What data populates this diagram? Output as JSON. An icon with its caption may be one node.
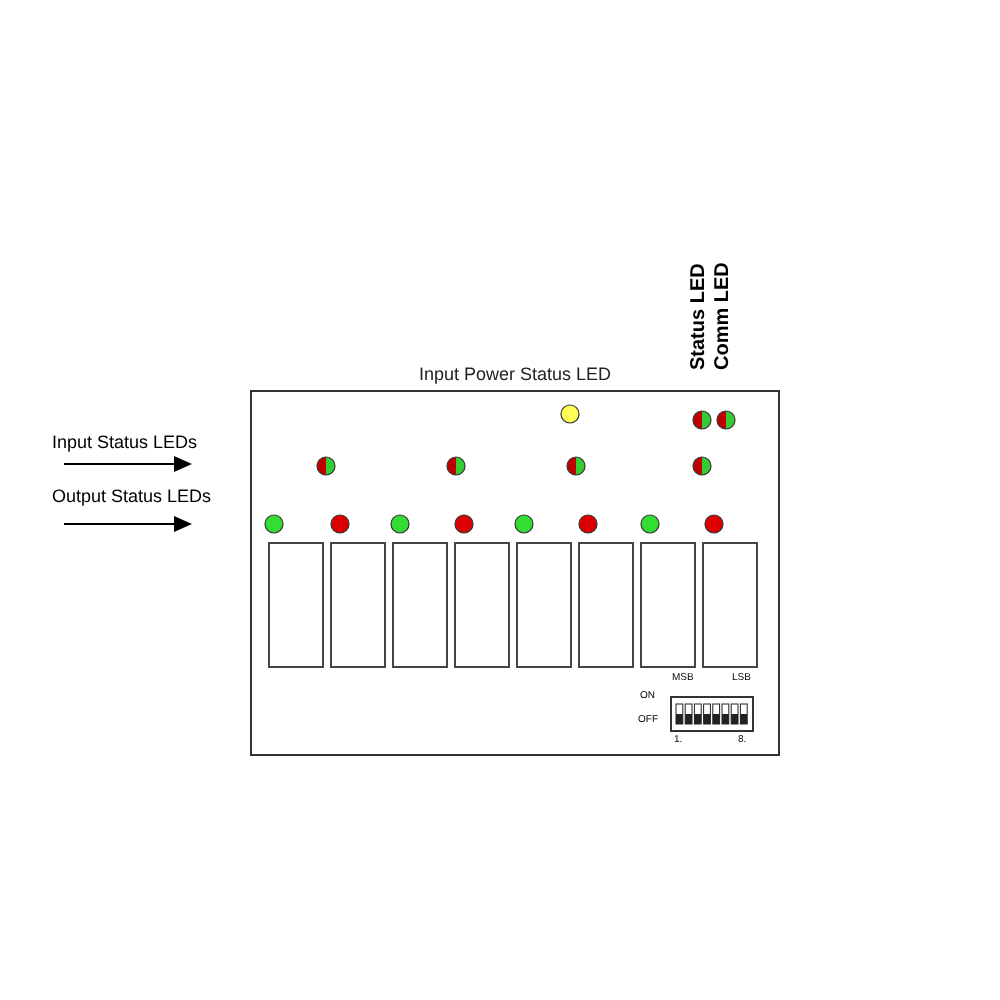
{
  "diagram": {
    "nodes": [
      {
        "text": [
          "Input Power Status LED"
        ]
      },
      {
        "text": [],
        "shape": "box",
        "in": 0
      },
      {
        "text": [],
        "shape": "box",
        "in": 0
      },
      {
        "text": [],
        "shape": "box",
        "in": 0
      },
      {
        "text": [],
        "shape": "box",
        "in": 0
      },
      {
        "text": [],
        "shape": "box",
        "in": 0
      },
      {
        "text": [],
        "shape": "box",
        "in": 0
      },
      {
        "text": [],
        "shape": "box",
        "in": 0
      },
      {
        "text": [],
        "shape": "box",
        "in": 0
      }
    ],
    "labels": [
      "Status LED",
      "Comm LED",
      "Input Status LEDs",
      "Output Status LEDs",
      "MSB",
      "LSB",
      "ON",
      "OFF",
      "1.",
      "8."
    ]
  }
}
